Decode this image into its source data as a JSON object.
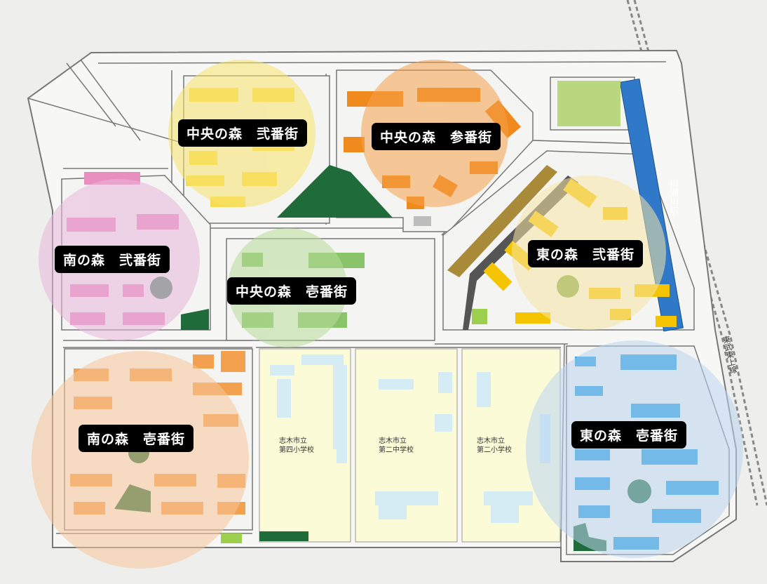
{
  "districts": [
    {
      "id": "chuo-2",
      "label": "中央の森　弐番街",
      "color": "#f7e36a"
    },
    {
      "id": "chuo-3",
      "label": "中央の森　参番街",
      "color": "#f5a04a"
    },
    {
      "id": "minami-2",
      "label": "南の森　弐番街",
      "color": "#e9b6dc"
    },
    {
      "id": "chuo-1",
      "label": "中央の森　壱番街",
      "color": "#b8dd9a"
    },
    {
      "id": "higashi-2",
      "label": "東の森　弐番街",
      "color": "#f7e6a4"
    },
    {
      "id": "minami-1",
      "label": "南の森　壱番街",
      "color": "#f8c69a"
    },
    {
      "id": "higashi-1",
      "label": "東の森　壱番街",
      "color": "#bcd6f0"
    }
  ],
  "schools": [
    {
      "line1": "志木市立",
      "line2": "第四小学校"
    },
    {
      "line1": "志木市立",
      "line2": "第二中学校"
    },
    {
      "line1": "志木市立",
      "line2": "第二小学校"
    }
  ],
  "station": "柳瀬川駅",
  "railway": "東武東上線",
  "colors": {
    "station_bar": "#2f79c8",
    "park_green": "#1f6b3a",
    "road": "#ffffff",
    "school_fill": "#fbfbd8"
  }
}
